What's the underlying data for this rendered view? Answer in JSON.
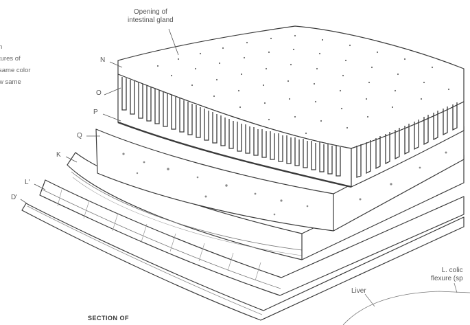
{
  "callouts": {
    "gland": [
      "Opening of",
      "intestinal gland"
    ],
    "N": "N",
    "O": "O",
    "P": "P",
    "Q": "Q",
    "K": "K",
    "L1": "L'",
    "D1": "D'",
    "liver": "Liver",
    "colic": [
      "L. colic",
      "flexure (sp"
    ]
  },
  "side_note": [
    "n",
    "tures of",
    "same color",
    "w same"
  ],
  "caption": "SECTION OF",
  "colors": {
    "ink": "#3a3a3a",
    "paper": "#ffffff",
    "shade": "#8a8a8a"
  }
}
